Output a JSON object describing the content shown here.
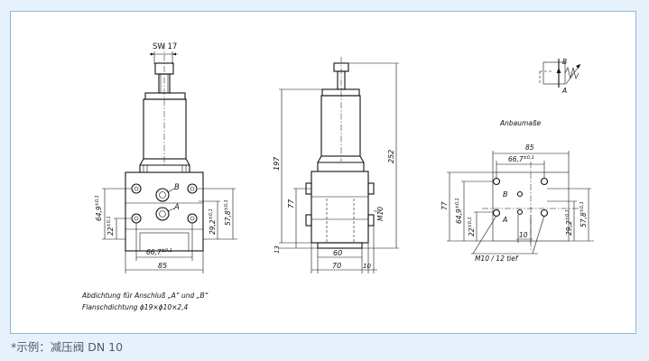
{
  "caption": "*示例：减压阀 DN 10",
  "front_view": {
    "wrench_label": "SW 17",
    "port_b": "B",
    "port_a": "A",
    "dim_height": "64,9",
    "dim_height_tol": "±0,1",
    "dim_low": "22",
    "dim_low_tol": "±0,1",
    "dim_mid": "29,2",
    "dim_mid_tol": "±0,1",
    "dim_right": "57,8",
    "dim_right_tol": "±0,1",
    "dim_spacing": "66,7",
    "dim_spacing_tol": "±0,1",
    "dim_width": "85",
    "note_line1": "Abdichtung  für  Anschluß  „A“ und  „B“",
    "note_line2": "Flanschdichtung    ϕ19×ϕ10×2,4"
  },
  "side_view": {
    "dim_197": "197",
    "dim_252": "252",
    "dim_77": "77",
    "dim_13": "13",
    "thread": "M10",
    "dim_60": "60",
    "dim_70": "70",
    "dim_10": "10"
  },
  "mounting_view": {
    "title": "Anbaumaße",
    "dim_85": "85",
    "dim_spacing": "66,7",
    "dim_spacing_tol": "±0,1",
    "dim_77": "77",
    "dim_64_9": "64,9",
    "dim_64_9_tol": "±0,1",
    "dim_22": "22",
    "dim_22_tol": "±0,1",
    "dim_29_2": "29,2",
    "dim_29_2_tol": "±0,1",
    "dim_57_8": "57,8",
    "dim_57_8_tol": "±0,1",
    "dim_10": "10",
    "port_b": "B",
    "port_a": "A",
    "thread_note": "M10 / 12 tief"
  },
  "symbol": {
    "port_b": "B",
    "port_a": "A"
  }
}
